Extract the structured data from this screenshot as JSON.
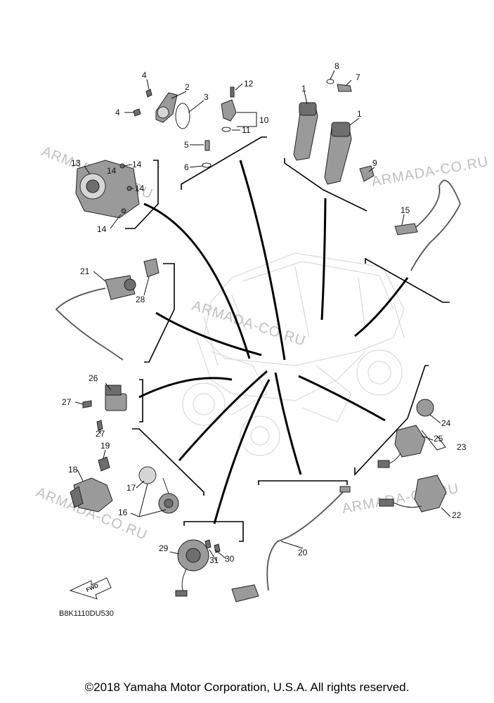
{
  "diagram": {
    "diagram_code": "B8K1110DU530",
    "copyright": "©2018 Yamaha Motor Corporation, U.S.A. All rights reserved.",
    "watermark": "ARMADA-CO.RU",
    "fwd_label": "FWD",
    "callouts": [
      "1",
      "1",
      "2",
      "3",
      "4",
      "4",
      "5",
      "6",
      "7",
      "8",
      "9",
      "10",
      "11",
      "12",
      "13",
      "14",
      "14",
      "14",
      "14",
      "15",
      "16",
      "17",
      "18",
      "19",
      "20",
      "21",
      "22",
      "23",
      "24",
      "25",
      "26",
      "27",
      "27",
      "28",
      "29",
      "30",
      "31"
    ]
  }
}
